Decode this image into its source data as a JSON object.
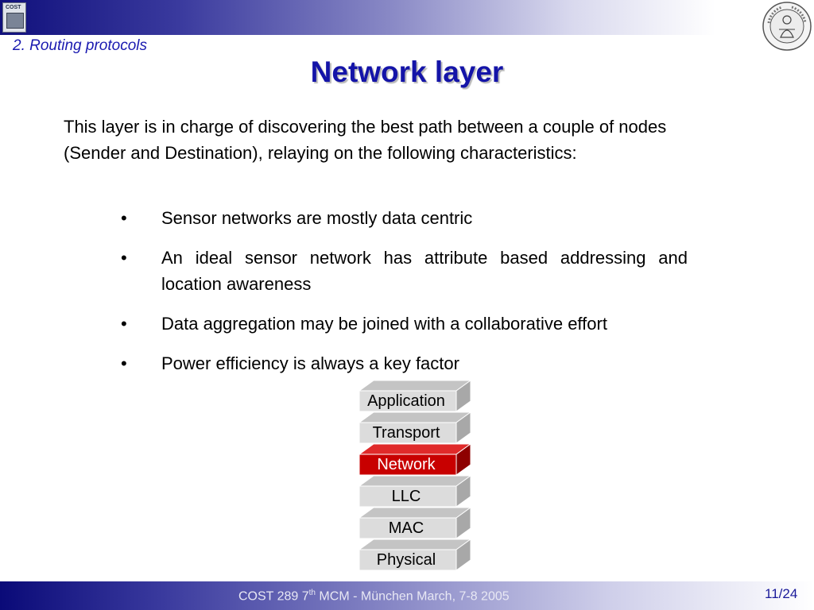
{
  "header": {
    "section": "2.  Routing protocols"
  },
  "logo": {
    "text": "COST"
  },
  "slide": {
    "title": "Network layer",
    "intro": "This layer is in charge of discovering the best path between a couple of nodes (Sender and Destination), relaying on the following characteristics:",
    "bullet_glyph": "•",
    "bullets": [
      "Sensor networks are mostly data centric",
      "An ideal sensor network has attribute based addressing and location awareness",
      "Data aggregation may be joined with a collaborative effort",
      "Power efficiency is always a key factor"
    ]
  },
  "stack": {
    "layers": [
      "Application",
      "Transport",
      "Network",
      "LLC",
      "MAC",
      "Physical"
    ],
    "highlighted": "Network",
    "colors": {
      "normal_face": "#dcdcdc",
      "normal_top": "#c4c4c4",
      "normal_side": "#a8a8a8",
      "highlight_face": "#c80000",
      "highlight_top": "#e02a2a",
      "highlight_side": "#8e0000",
      "highlight_text": "#ffffff"
    }
  },
  "footer": {
    "text_pre": "COST 289 7",
    "text_sup": "th",
    "text_post": " MCM - München March, 7-8 2005",
    "page": "11/24"
  },
  "colors": {
    "title": "#1414a8",
    "section": "#1a1ab0",
    "band": "#10107c"
  }
}
